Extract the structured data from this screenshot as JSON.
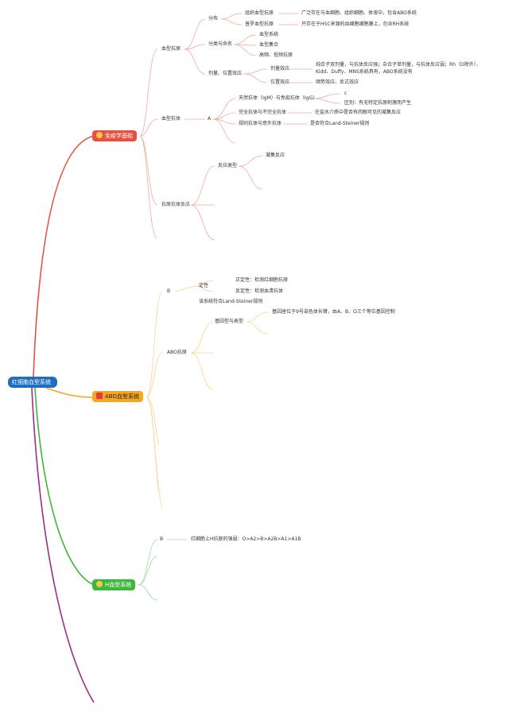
{
  "root": "红细胞血型系统",
  "colors": {
    "red": "#e8503f",
    "orange": "#f5a623",
    "green": "#3db83a",
    "purple": "#9b2d8e",
    "blue": "#1e6fc0"
  },
  "icons": {
    "n1": "smile-icon",
    "n2": "flag-icon",
    "n3": "smile-icon"
  },
  "branch1": {
    "title": "免疫学基础",
    "antigen": {
      "label": "血型抗原",
      "dist": {
        "label": "分布",
        "tissue": "组织血型抗原",
        "tissue_desc": "广泛存在与血细胞、组织细胞、体液中，包含ABO系统",
        "rbc": "普罗血型抗原",
        "rbc_desc": "只存在于HSC来源的血细胞细胞膜上，包含RH系统"
      },
      "classify": {
        "label": "分类与命名",
        "items": [
          "血型系统",
          "血型集合",
          "高频、低频抗原"
        ]
      },
      "dose": {
        "label": "剂量、位置效应",
        "dose_label": "剂量效应",
        "dose_desc_1": "纯合子双剂量，与抗体反应强；杂合子单剂量，与抗体反应弱；Rh（D除外）、",
        "dose_desc_2": "Kidd、Duffy、MNS系统具有，ABO系统没有",
        "pos_label": "位置效应",
        "pos_desc": "顺势效应、反式效应"
      }
    },
    "antibody": {
      "label": "血型抗体",
      "letter": "A",
      "natural": "天然抗体（IgM）与免疫抗体（IgG）",
      "natural_c": "c",
      "natural_diff": "区别：有无特定抗原刺激而产生",
      "complete": "完全抗体与不完全抗体",
      "complete_desc": "在盐水介质中是否有肉眼可见的凝集反应",
      "regular": "规则抗体与意外抗体",
      "regular_desc": "是否符合Land-Steiner规则"
    },
    "reaction": {
      "label": "抗原抗体反应",
      "type": "反应类型",
      "agglut": "凝集反应"
    }
  },
  "branch2": {
    "title": "ABO血型系统",
    "b": "B",
    "qual": "定性",
    "forward": "正定性：检测红细胞抗原",
    "reverse": "反定性：检测血清抗体",
    "rule": "该系统符合Land-Steiner规则",
    "antigen": "ABO抗原",
    "geno": "基因型与表型",
    "gene": "基因座位于9号染色体长臂，由A、B、O三个等位基因控制"
  },
  "branch3": {
    "title": "H血型系统",
    "b": "B",
    "order": "红细胞上H抗原的强弱：O>A2>B>A2B>A1>A1B"
  }
}
